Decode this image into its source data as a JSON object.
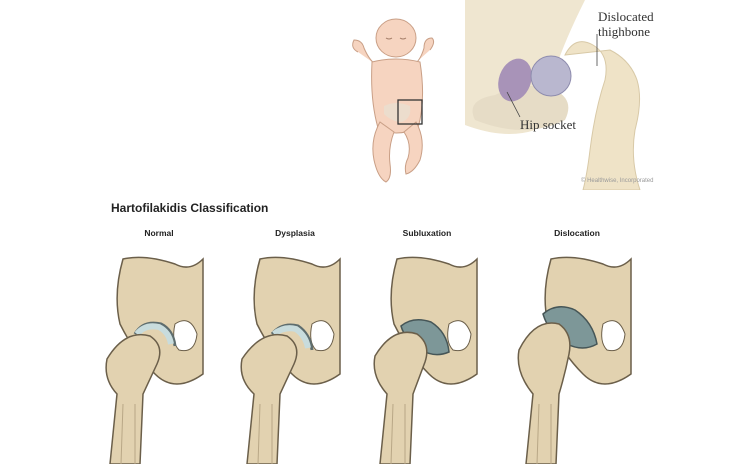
{
  "top_figure": {
    "label_dislocated_line1": "Dislocated",
    "label_dislocated_line2": "thighbone",
    "label_hip_socket": "Hip socket",
    "copyright": "© Healthwise, Incorporated"
  },
  "classification": {
    "title": "Hartofilakidis Classification",
    "stages": [
      "Normal",
      "Dysplasia",
      "Subluxation",
      "Dislocation"
    ]
  },
  "colors": {
    "bone": "#e2d2b0",
    "bone_outline": "#6b5f4a",
    "cartilage_light": "#c8dcdd",
    "cartilage_dark": "#7d9798",
    "skin": "#f6d4c0",
    "femoral_head_blue": "#b9b7cf"
  }
}
